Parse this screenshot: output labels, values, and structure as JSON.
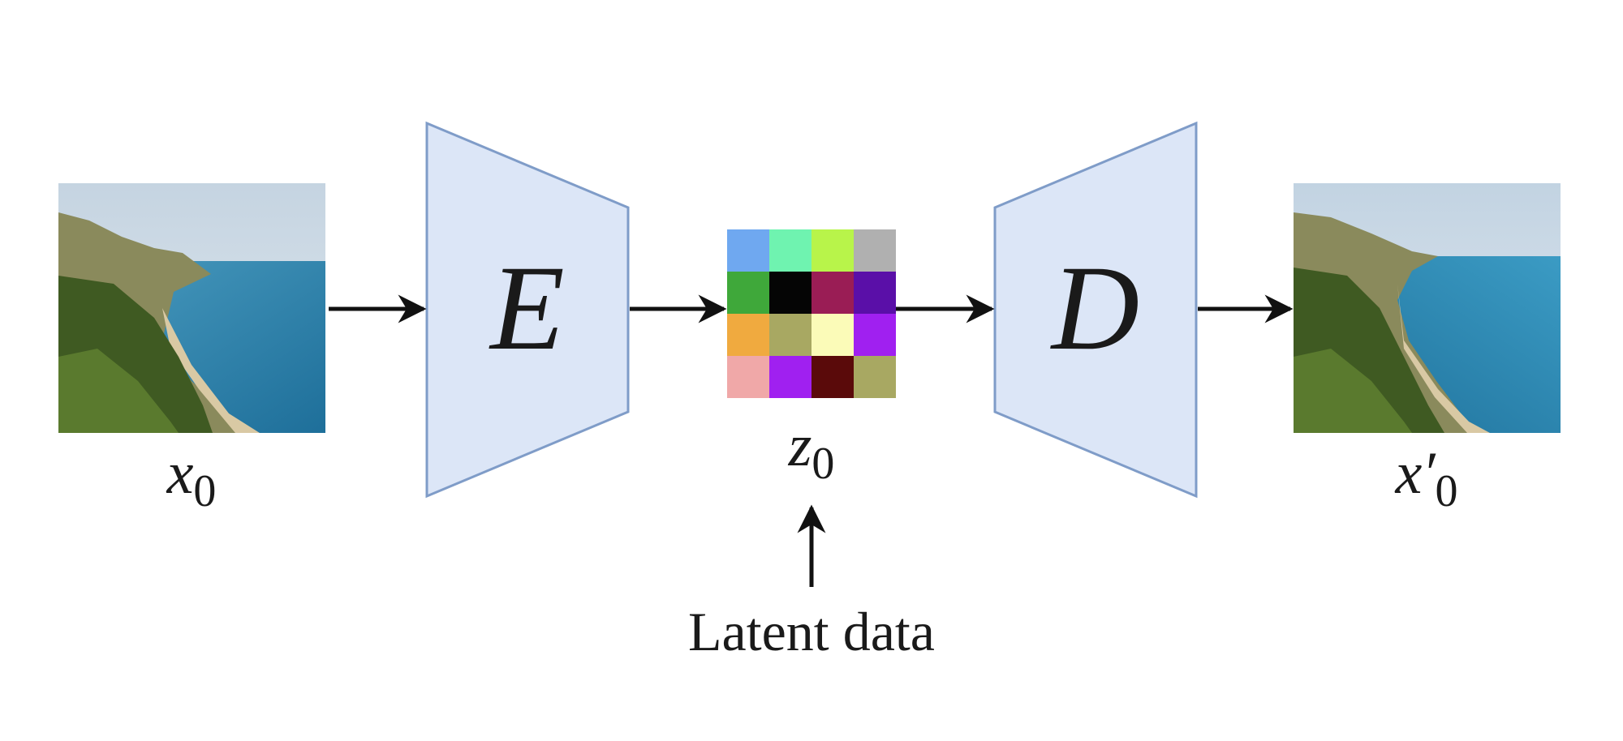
{
  "input_image": {
    "label_base": "x",
    "label_sub": "0"
  },
  "encoder": {
    "label": "E"
  },
  "latent": {
    "label_base": "z",
    "label_sub": "0",
    "caption": "Latent data",
    "grid_colors": [
      [
        "#6fa8f0",
        "#6ff3b0",
        "#b8f44a",
        "#b0b0b0"
      ],
      [
        "#3fa83a",
        "#050505",
        "#9a1d55",
        "#5a0fa8"
      ],
      [
        "#f0aa3f",
        "#a8a862",
        "#fbfbb8",
        "#a020f0"
      ],
      [
        "#f0a8a8",
        "#a020f0",
        "#5a0a0a",
        "#a8a862"
      ]
    ]
  },
  "decoder": {
    "label": "D"
  },
  "output_image": {
    "label_base": "x",
    "label_prime": "′",
    "label_sub": "0"
  },
  "colors": {
    "block_fill": "#dce6f7",
    "block_stroke": "#7f9cc8",
    "arrow": "#111111"
  }
}
